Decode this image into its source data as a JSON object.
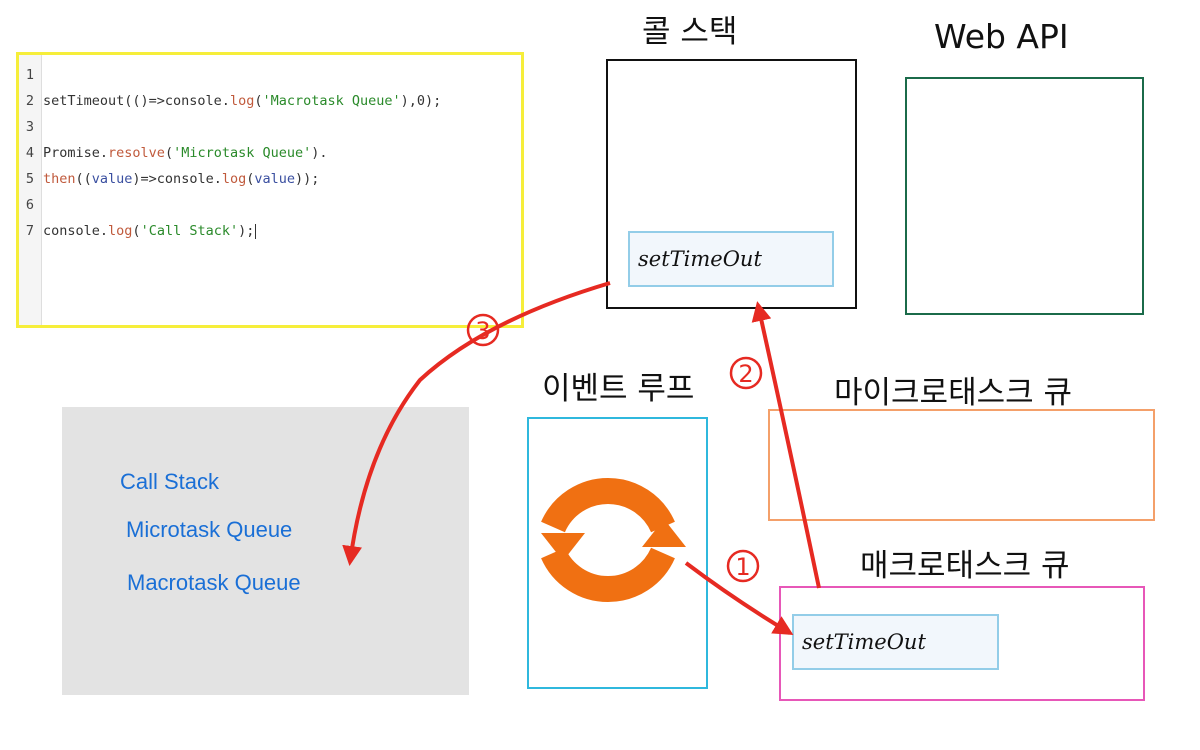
{
  "headings": {
    "call_stack": "콜 스택",
    "web_api": "Web API",
    "event_loop": "이벤트 루프",
    "microtask_queue": "마이크로태스크 큐",
    "macrotask_queue": "매크로태스크 큐"
  },
  "code": {
    "lines": [
      {
        "number": "1",
        "tokens": []
      },
      {
        "number": "2",
        "tokens": [
          {
            "t": "setTimeout(()=>console.",
            "k": "plain"
          },
          {
            "t": "log",
            "k": "method"
          },
          {
            "t": "(",
            "k": "plain"
          },
          {
            "t": "'Macrotask Queue'",
            "k": "str"
          },
          {
            "t": "),0);",
            "k": "plain"
          }
        ]
      },
      {
        "number": "3",
        "tokens": []
      },
      {
        "number": "4",
        "tokens": [
          {
            "t": "Promise.",
            "k": "plain"
          },
          {
            "t": "resolve",
            "k": "method"
          },
          {
            "t": "(",
            "k": "plain"
          },
          {
            "t": "'Microtask Queue'",
            "k": "str"
          },
          {
            "t": ").",
            "k": "plain"
          }
        ]
      },
      {
        "number": "5",
        "tokens": [
          {
            "t": "then",
            "k": "method"
          },
          {
            "t": "((",
            "k": "plain"
          },
          {
            "t": "value",
            "k": "param"
          },
          {
            "t": ")=>console.",
            "k": "plain"
          },
          {
            "t": "log",
            "k": "method"
          },
          {
            "t": "(",
            "k": "plain"
          },
          {
            "t": "value",
            "k": "param"
          },
          {
            "t": "));",
            "k": "plain"
          }
        ]
      },
      {
        "number": "6",
        "tokens": []
      },
      {
        "number": "7",
        "tokens": [
          {
            "t": "console.",
            "k": "plain"
          },
          {
            "t": "log",
            "k": "method"
          },
          {
            "t": "(",
            "k": "plain"
          },
          {
            "t": "'Call Stack'",
            "k": "str"
          },
          {
            "t": ");",
            "k": "plain"
          }
        ],
        "caret": true
      }
    ]
  },
  "call_stack": {
    "task": "setTimeOut"
  },
  "macrotask_queue": {
    "task": "setTimeOut"
  },
  "steps": [
    "1",
    "2",
    "3"
  ],
  "console_output": [
    "Call Stack",
    "Microtask Queue",
    "Macrotask Queue"
  ],
  "colors": {
    "arrow": "#e62a22",
    "loop_icon": "#f07012",
    "editor_border": "#f6ee3a",
    "web_api_border": "#1b6b4a",
    "event_loop_border": "#2fb8dd",
    "microtask_border": "#f4a06a",
    "macrotask_border": "#e757b8",
    "console_text": "#1a6fd6"
  },
  "icons": {
    "event_loop": "refresh-cycle-icon"
  }
}
